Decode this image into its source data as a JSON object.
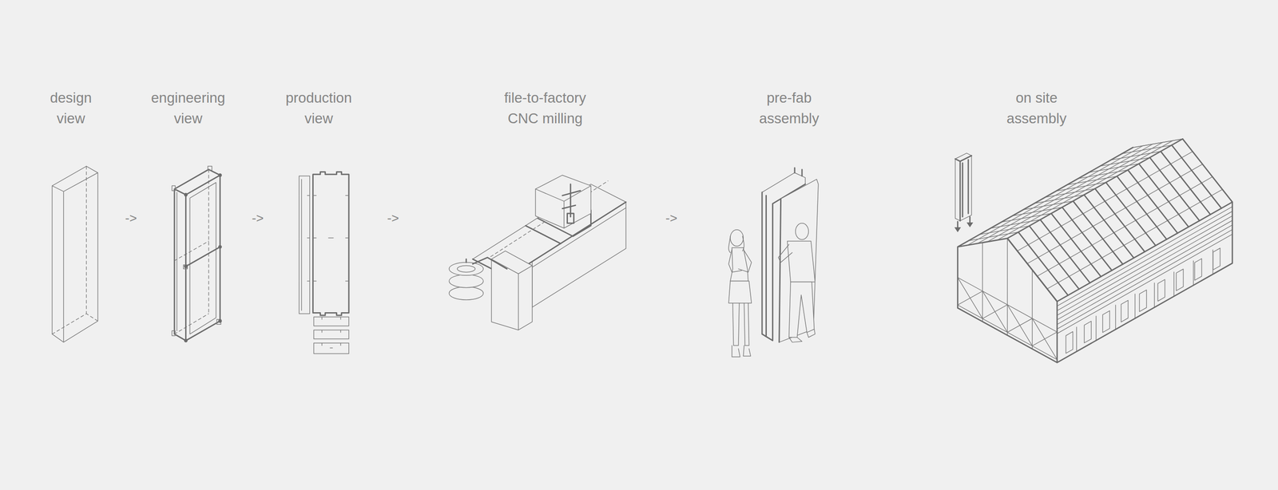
{
  "diagram": {
    "labels": [
      "design view",
      "engineering view",
      "production view",
      "file-to-factory CNC milling",
      "pre-fab assembly",
      "on site assembly",
      "->",
      "->",
      "->",
      "->"
    ]
  }
}
